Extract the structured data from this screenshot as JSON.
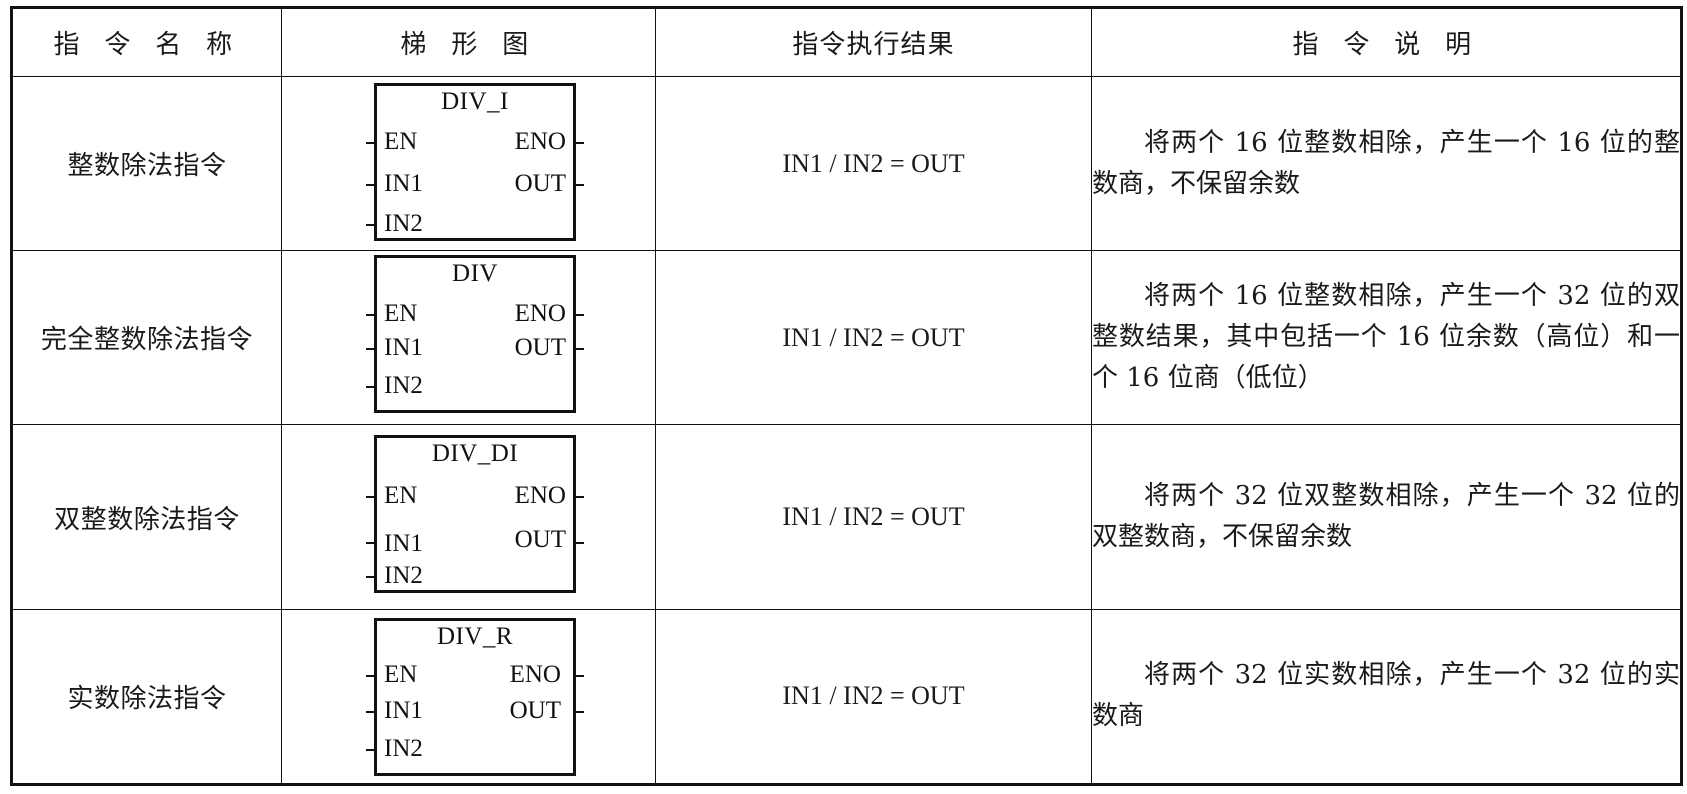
{
  "table": {
    "headers": {
      "name": "指 令 名 称",
      "ladder": "梯 形 图",
      "result": "指令执行结果",
      "desc": "指 令 说 明"
    },
    "rows": [
      {
        "name": "整数除法指令",
        "block": {
          "title": "DIV_I",
          "en": "EN",
          "eno": "ENO",
          "in1": "IN1",
          "out": "OUT",
          "in2": "IN2"
        },
        "result": "IN1 / IN2 = OUT",
        "desc": "将两个 16 位整数相除，产生一个 16 位的整数商，不保留余数"
      },
      {
        "name": "完全整数除法指令",
        "block": {
          "title": "DIV",
          "en": "EN",
          "eno": "ENO",
          "in1": "IN1",
          "out": "OUT",
          "in2": "IN2"
        },
        "result": "IN1 / IN2 = OUT",
        "desc": "将两个 16 位整数相除，产生一个 32 位的双整数结果，其中包括一个 16 位余数（高位）和一个 16 位商（低位）"
      },
      {
        "name": "双整数除法指令",
        "block": {
          "title": "DIV_DI",
          "en": "EN",
          "eno": "ENO",
          "in1": "IN1",
          "out": "OUT",
          "in2": "IN2"
        },
        "result": "IN1 / IN2 = OUT",
        "desc": "将两个 32 位双整数相除，产生一个 32 位的双整数商，不保留余数"
      },
      {
        "name": "实数除法指令",
        "block": {
          "title": "DIV_R",
          "en": "EN",
          "eno": "ENO",
          "in1": "IN1",
          "out": "OUT",
          "in2": "IN2"
        },
        "result": "IN1 / IN2 = OUT",
        "desc": "将两个 32 位实数相除，产生一个 32 位的实数商"
      }
    ]
  }
}
